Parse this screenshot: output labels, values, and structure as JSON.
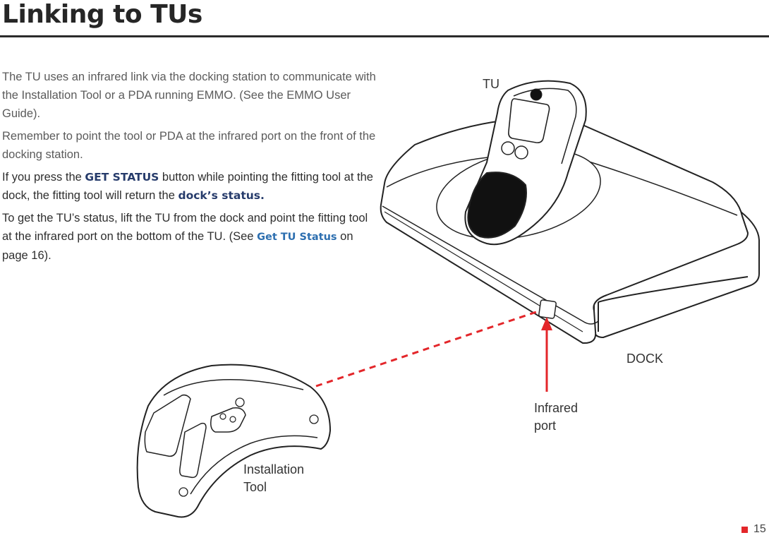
{
  "page": {
    "title": "Linking to TUs",
    "page_number": "15",
    "accent_color": "#e3262a"
  },
  "content": {
    "p1": "The TU uses an infrared link via the docking station to communicate with the Installation Tool or a PDA running EMMO. (See the EMMO User Guide).",
    "p2": "Remember to point the tool or PDA at the infrared port on the front of the docking station.",
    "p3": {
      "a": "If you press the ",
      "kw1": "GET STATUS",
      "b": " button while pointing the fitting tool at the dock, the fitting tool will return the ",
      "kw2": "dock’s status.",
      "c": ""
    },
    "p4": {
      "a": "To get the TU’s status, lift the TU from the dock and point the fitting tool at the infrared port on the bottom of the TU. (See ",
      "link": "Get TU Status",
      "b": " on page 16)."
    }
  },
  "diagram": {
    "labels": {
      "tu": "TU",
      "dock": "DOCK",
      "infrared_line1": "Infrared",
      "infrared_line2": "port",
      "tool_line1": "Installation",
      "tool_line2": "Tool"
    }
  }
}
